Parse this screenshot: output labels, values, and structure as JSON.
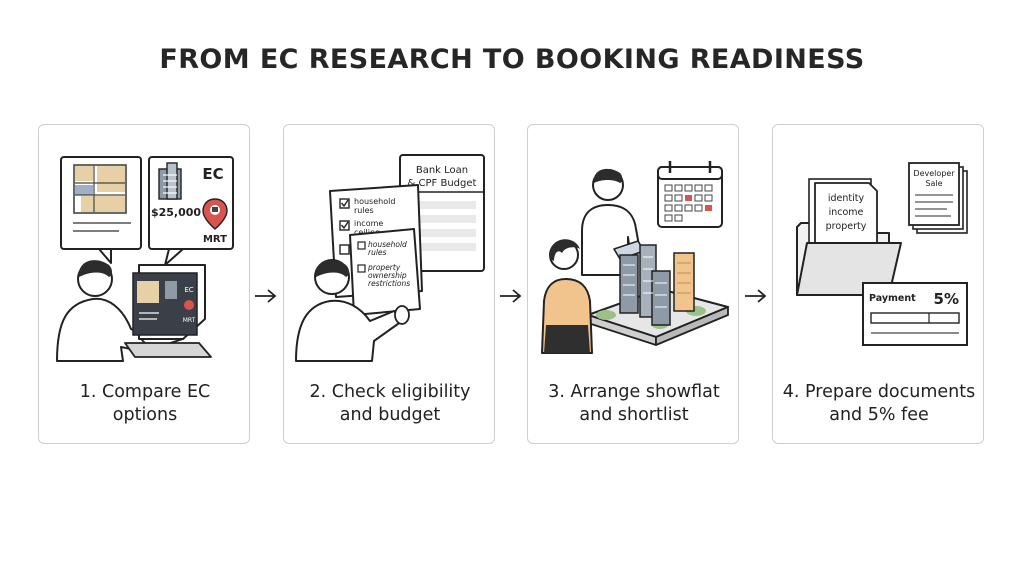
{
  "title": "FROM EC RESEARCH TO BOOKING READINESS",
  "steps": [
    {
      "label_line1": "1. Compare EC",
      "label_line2": "options",
      "bubble_ec": "EC",
      "bubble_price": "$25,000",
      "bubble_mrt": "MRT",
      "laptop_ec": "EC",
      "laptop_mrt": "MRT"
    },
    {
      "label_line1": "2. Check eligibility",
      "label_line2": "and budget",
      "card_title_line1": "Bank Loan",
      "card_title_line2": "& CPF Budget",
      "check_item1_line1": "household",
      "check_item1_line2": "rules",
      "check_item2_line1": "income",
      "check_item2_line2": "ceiling",
      "front_item1_line1": "household",
      "front_item1_line2": "rules",
      "front_item2_line1": "property",
      "front_item2_line2": "ownership",
      "front_item2_line3": "restrictions"
    },
    {
      "label_line1": "3. Arrange showflat",
      "label_line2": "and shortlist"
    },
    {
      "label_line1": "4. Prepare documents",
      "label_line2": "and 5% fee",
      "doc_line1": "identity",
      "doc_line2": "income",
      "doc_line3": "property",
      "stack_line1": "Developer",
      "stack_line2": "Sale",
      "payment_label": "Payment",
      "payment_percent": "5%"
    }
  ],
  "colors": {
    "accent_tan": "#e7cfa6",
    "accent_red": "#d9544f",
    "accent_orange": "#f2c48d",
    "building_gray": "#8e9aa6",
    "green": "#9cc08a",
    "blue_gray": "#9fb0c6"
  }
}
